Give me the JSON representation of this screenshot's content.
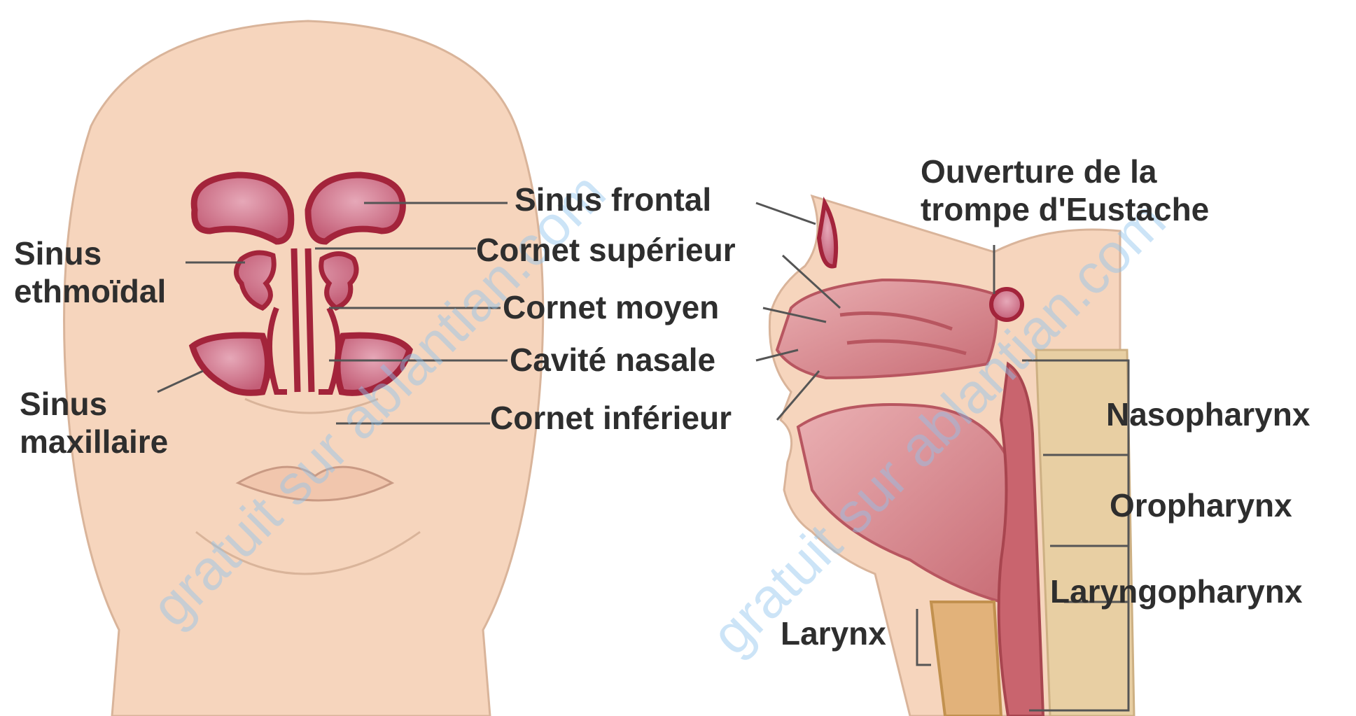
{
  "labels": {
    "sinus_frontal": "Sinus frontal",
    "cornet_superieur": "Cornet supérieur",
    "cornet_moyen": "Cornet moyen",
    "cavite_nasale": "Cavité nasale",
    "cornet_inferieur": "Cornet inférieur",
    "sinus_ethmoidal": [
      "Sinus",
      "ethmoïdal"
    ],
    "sinus_maxillaire": [
      "Sinus",
      "maxillaire"
    ],
    "eustache": [
      "Ouverture de la",
      "trompe d'Eustache"
    ],
    "nasopharynx": "Nasopharynx",
    "oropharynx": "Oropharynx",
    "laryngopharynx": "Laryngopharynx",
    "larynx": "Larynx"
  },
  "watermark": "gratuit sur ablantian.com",
  "colors": {
    "skin": "#f6d5bd",
    "skin_line": "#d9b49a",
    "sinus_fill": "#cf7d92",
    "sinus_edge": "#a3243b",
    "tissue": "#d98a91",
    "tissue_dark": "#b85660",
    "spine": "#e8cfa3",
    "leader": "#555555",
    "text": "#2e2e2e",
    "watermark": "#8ec3ee"
  }
}
